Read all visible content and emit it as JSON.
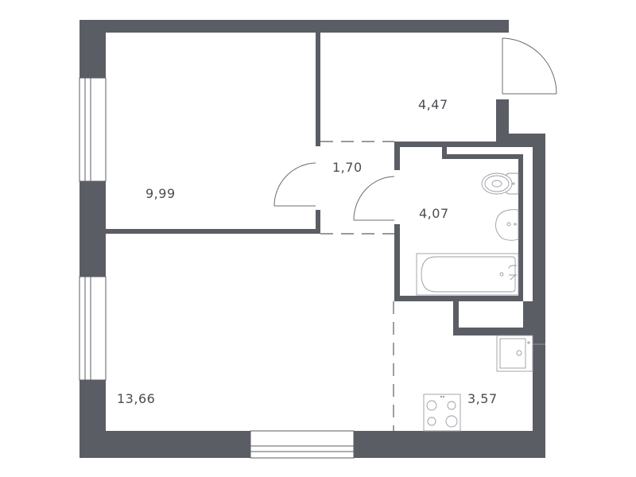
{
  "floor_plan": {
    "wall_color": "#5b5d64",
    "fixture_color": "#9a9ca2",
    "rooms": [
      {
        "id": "bedroom",
        "area": "9,99"
      },
      {
        "id": "hallway",
        "area": "4,47"
      },
      {
        "id": "corridor",
        "area": "1,70"
      },
      {
        "id": "bathroom",
        "area": "4,07"
      },
      {
        "id": "living-room",
        "area": "13,66"
      },
      {
        "id": "kitchen",
        "area": "3,57"
      }
    ],
    "fixtures": [
      "toilet",
      "washbasin",
      "bathtub",
      "kitchen-sink",
      "cooktop"
    ],
    "doors": [
      "entrance-door",
      "bedroom-door",
      "bathroom-door"
    ],
    "windows": [
      "bedroom-window",
      "living-window-left",
      "living-window-bottom"
    ]
  }
}
